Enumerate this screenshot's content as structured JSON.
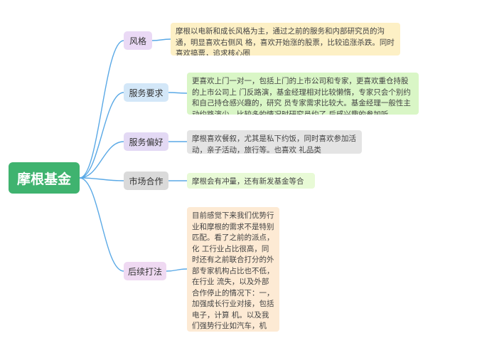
{
  "root": {
    "label": "摩根基金"
  },
  "branches": [
    {
      "label": "风格",
      "detail": "摩根以电新和成长风格为主，通过之前的服务和内部研究员的沟通，明显喜欢右侧风 格，喜欢开始涨的股票，比较追涨杀跌。同时喜欢搞票，追求核心圈"
    },
    {
      "label": "服务要求",
      "detail": "更喜欢上门一对一，包括上门的上市公司和专家，更喜欢重仓持股的上市公司上 门反路演，基金经理相对比较懒惰，专家只会个别约和自己持仓感兴趣的，研究 员专家需求比较大。基金经理一般性主动约路演少，比较多的情况时研究员约了 后感兴趣的参加听。"
    },
    {
      "label": "服务偏好",
      "detail": "摩根喜欢餐叙，尤其是私下约饭，同时喜欢参加活动，亲子活动，旅行等。也喜欢 礼品类"
    },
    {
      "label": "市场合作",
      "detail": "摩根会有冲量，还有新发基金等合作需求"
    },
    {
      "label": "后续打法",
      "detail": "目前感觉下来我们优势行业和摩根的需求不是特别匹配。看了之前的派点，化 工行业占比很高，同时还有之前联合打分的外部专家机构占比也不低，在行业 流失，以及外部合作停止的情况下：一，加强成长行业对接，包括电子，计算 机。以及我们强势行业如汽车，机械，医药等对接。二，在公司费用范围内， 增加销售服务。"
    }
  ],
  "colors": {
    "root": "#3fb36f",
    "connector": "#5aa9e6"
  }
}
